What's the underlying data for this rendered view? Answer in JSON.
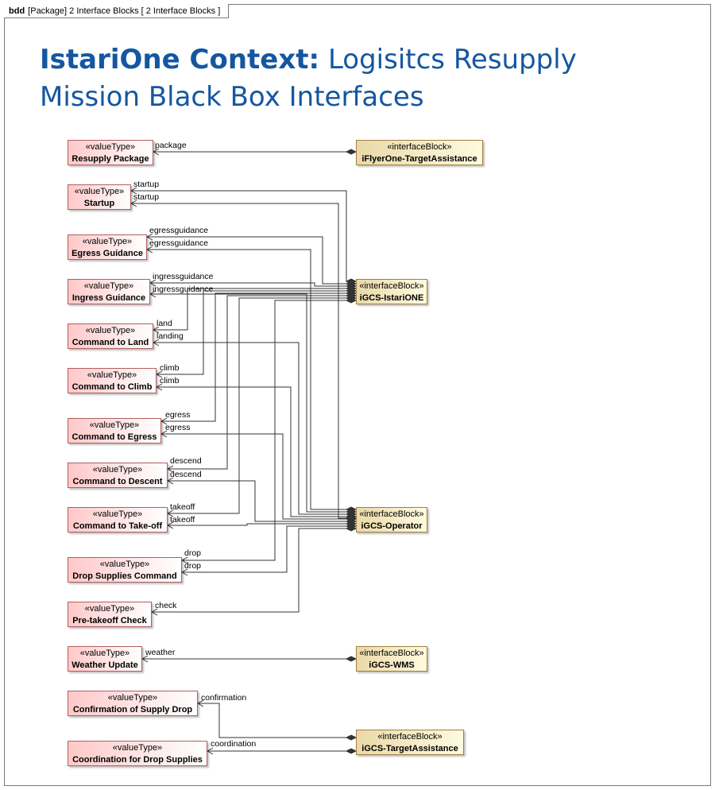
{
  "frame": {
    "kind": "bdd",
    "header": "[Package] 2 Interface Blocks [ 2 Interface Blocks ]"
  },
  "title": {
    "bold": "IstariOne Context:",
    "rest": "Logisitcs Resupply Mission Black Box Interfaces"
  },
  "stereotypes": {
    "value_type": "«valueType»",
    "interface_block": "«interfaceBlock»"
  },
  "value_types": [
    {
      "id": "resupply_package",
      "name": "Resupply Package"
    },
    {
      "id": "startup",
      "name": "Startup"
    },
    {
      "id": "egress_guidance",
      "name": "Egress Guidance"
    },
    {
      "id": "ingress_guidance",
      "name": "Ingress Guidance"
    },
    {
      "id": "command_to_land",
      "name": "Command to Land"
    },
    {
      "id": "command_to_climb",
      "name": "Command to Climb"
    },
    {
      "id": "command_to_egress",
      "name": "Command to Egress"
    },
    {
      "id": "command_to_descent",
      "name": "Command to Descent"
    },
    {
      "id": "command_to_takeoff",
      "name": "Command to Take-off"
    },
    {
      "id": "drop_supplies",
      "name": "Drop Supplies Command"
    },
    {
      "id": "pretakeoff_check",
      "name": "Pre-takeoff Check"
    },
    {
      "id": "weather_update",
      "name": "Weather Update"
    },
    {
      "id": "confirmation",
      "name": "Confirmation of Supply Drop"
    },
    {
      "id": "coordination",
      "name": "Coordination for Drop Supplies"
    }
  ],
  "interface_blocks": [
    {
      "id": "iflyerone",
      "name": "iFlyerOne-TargetAssistance"
    },
    {
      "id": "istarione",
      "name": "iGCS-IstariONE"
    },
    {
      "id": "operator",
      "name": "iGCS-Operator"
    },
    {
      "id": "wms",
      "name": "iGCS-WMS"
    },
    {
      "id": "target",
      "name": "iGCS-TargetAssistance"
    }
  ],
  "associations": [
    {
      "from": "iflyerone",
      "to": "resupply_package",
      "role": "package"
    },
    {
      "from": "istarione",
      "to": "startup",
      "role": "startup"
    },
    {
      "from": "operator",
      "to": "startup",
      "role": "startup"
    },
    {
      "from": "istarione",
      "to": "egress_guidance",
      "role": "egressguidance"
    },
    {
      "from": "operator",
      "to": "egress_guidance",
      "role": "egressguidance"
    },
    {
      "from": "istarione",
      "to": "ingress_guidance",
      "role": "ingressguidance"
    },
    {
      "from": "operator",
      "to": "ingress_guidance",
      "role": "ingressguidance"
    },
    {
      "from": "istarione",
      "to": "command_to_land",
      "role": "land"
    },
    {
      "from": "operator",
      "to": "command_to_land",
      "role": "landing"
    },
    {
      "from": "istarione",
      "to": "command_to_climb",
      "role": "climb"
    },
    {
      "from": "operator",
      "to": "command_to_climb",
      "role": "climb"
    },
    {
      "from": "istarione",
      "to": "command_to_egress",
      "role": "egress"
    },
    {
      "from": "operator",
      "to": "command_to_egress",
      "role": "egress"
    },
    {
      "from": "istarione",
      "to": "command_to_descent",
      "role": "descend"
    },
    {
      "from": "operator",
      "to": "command_to_descent",
      "role": "descend"
    },
    {
      "from": "istarione",
      "to": "command_to_takeoff",
      "role": "takeoff"
    },
    {
      "from": "operator",
      "to": "command_to_takeoff",
      "role": "takeoff"
    },
    {
      "from": "istarione",
      "to": "drop_supplies",
      "role": "drop"
    },
    {
      "from": "operator",
      "to": "drop_supplies",
      "role": "drop"
    },
    {
      "from": "operator",
      "to": "pretakeoff_check",
      "role": "check"
    },
    {
      "from": "wms",
      "to": "weather_update",
      "role": "weather"
    },
    {
      "from": "target",
      "to": "confirmation",
      "role": "confirmation"
    },
    {
      "from": "target",
      "to": "coordination",
      "role": "coordination"
    }
  ]
}
